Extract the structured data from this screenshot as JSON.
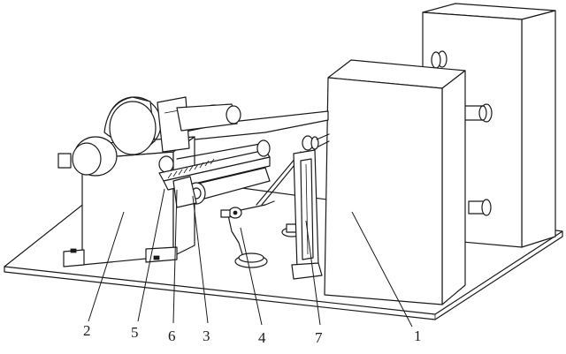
{
  "callouts": [
    {
      "id": "c1",
      "text": "1"
    },
    {
      "id": "c2",
      "text": "2"
    },
    {
      "id": "c3",
      "text": "3"
    },
    {
      "id": "c4",
      "text": "4"
    },
    {
      "id": "c5",
      "text": "5"
    },
    {
      "id": "c6",
      "text": "6"
    },
    {
      "id": "c7",
      "text": "7"
    }
  ]
}
